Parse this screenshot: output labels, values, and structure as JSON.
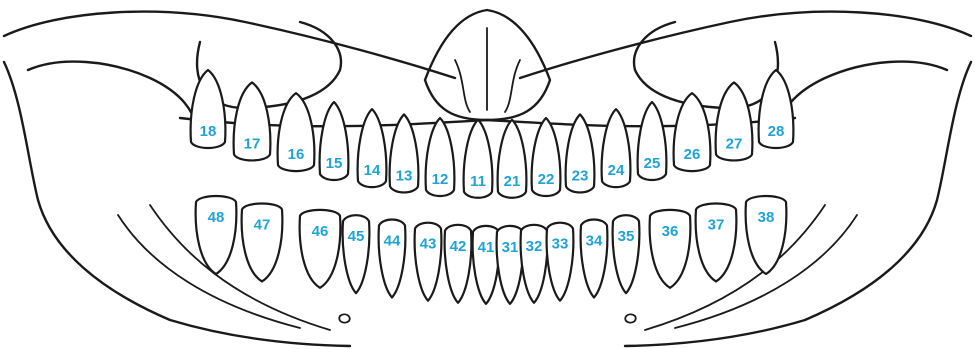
{
  "colors": {
    "outline": "#1a1a1a",
    "label": "#1fa3d6",
    "background": "#ffffff"
  },
  "teeth": {
    "upper": [
      "18",
      "17",
      "16",
      "15",
      "14",
      "13",
      "12",
      "11",
      "21",
      "22",
      "23",
      "24",
      "25",
      "26",
      "27",
      "28"
    ],
    "lower": [
      "48",
      "47",
      "46",
      "45",
      "44",
      "43",
      "42",
      "41",
      "31",
      "32",
      "33",
      "34",
      "35",
      "36",
      "37",
      "38"
    ]
  }
}
